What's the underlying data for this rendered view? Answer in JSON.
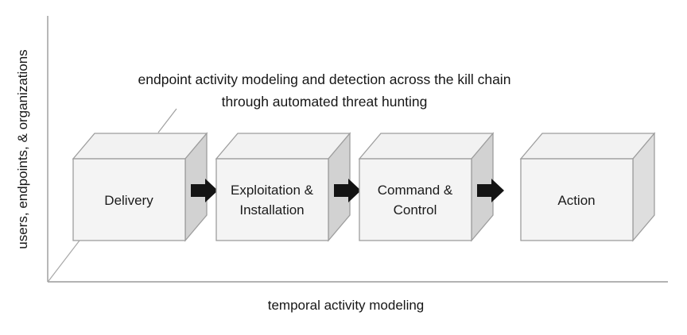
{
  "figure": {
    "background_color": "#ffffff",
    "title_lines": [
      "endpoint activity modeling and detection across the kill chain",
      "through automated threat hunting"
    ],
    "axes": {
      "y_label": "users, endpoints, & organizations",
      "x_label": "temporal activity modeling",
      "axis_color": "#9a9a9a"
    },
    "stage_colors": {
      "front_face": "#f4f4f4",
      "top_face": "#f2f2f2",
      "side_face": "#d2d2d2",
      "side_face_last": "#dedede",
      "outline": "#9d9d9d",
      "arrow": "#141414",
      "text": "#1b1b1b"
    },
    "stages": [
      {
        "id": "delivery",
        "label_lines": [
          "Delivery"
        ]
      },
      {
        "id": "exploitation-installation",
        "label_lines": [
          "Exploitation &",
          "Installation"
        ]
      },
      {
        "id": "command-control",
        "label_lines": [
          "Command &",
          "Control"
        ]
      },
      {
        "id": "action",
        "label_lines": [
          "Action"
        ]
      }
    ],
    "connectors": [
      {
        "id": "arrow-delivery-to-exploitation"
      },
      {
        "id": "arrow-exploitation-to-command"
      },
      {
        "id": "arrow-command-to-action"
      }
    ]
  }
}
